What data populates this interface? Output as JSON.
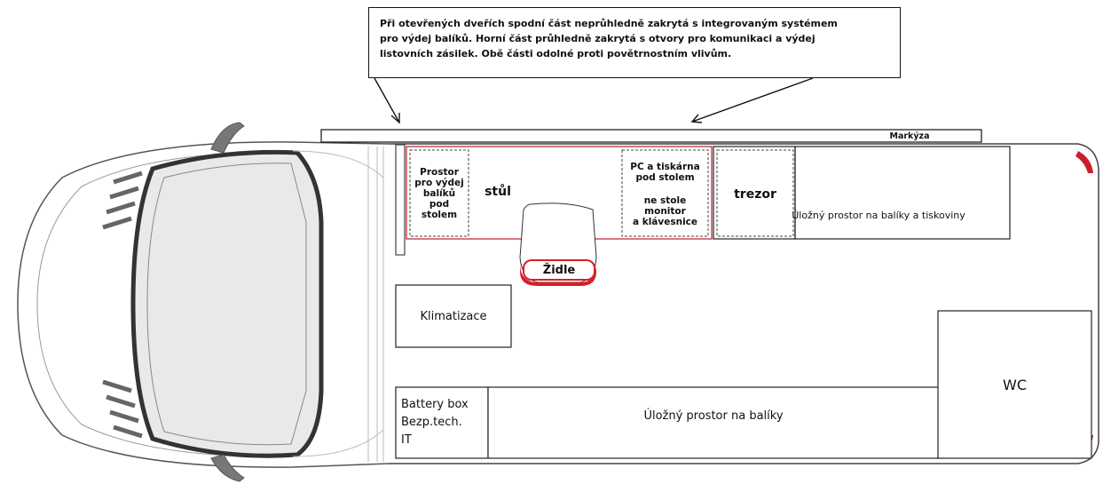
{
  "callout": {
    "lines": [
      "Při otevřených dveřích spodní část neprůhledně zakrytá s integrovaným systémem",
      "pro výdej balíků. Horní část průhledně zakrytá s otvory pro komunikaci a výdej",
      "listovních zásilek. Obě části odolné proti povětrnostním vlivům."
    ]
  },
  "labels": {
    "markyza": "Markýza",
    "prostor_vydej": [
      "Prostor",
      "pro výdej",
      "balíků",
      "pod",
      "stolem"
    ],
    "stul": "stůl",
    "pc_tiskarna": [
      "PC a tiskárna",
      "pod stolem"
    ],
    "monitor": [
      "ne stole",
      "monitor",
      "a klávesnice"
    ],
    "trezor": "trezor",
    "ulozny_tiskoviny": "Úložný prostor na balíky a tiskoviny",
    "zidle": "Židle",
    "klimatizace": "Klimatizace",
    "battery": [
      "Battery box",
      "Bezp.tech.",
      "IT"
    ],
    "ulozny_baliky": "Úložný prostor na balíky",
    "wc": "WC"
  },
  "colors": {
    "outline": "#222222",
    "desk_line": "#cc2a3a",
    "chair_red": "#d81f2a",
    "van_gray": "#666666",
    "light_gray": "#bbbbbb"
  }
}
